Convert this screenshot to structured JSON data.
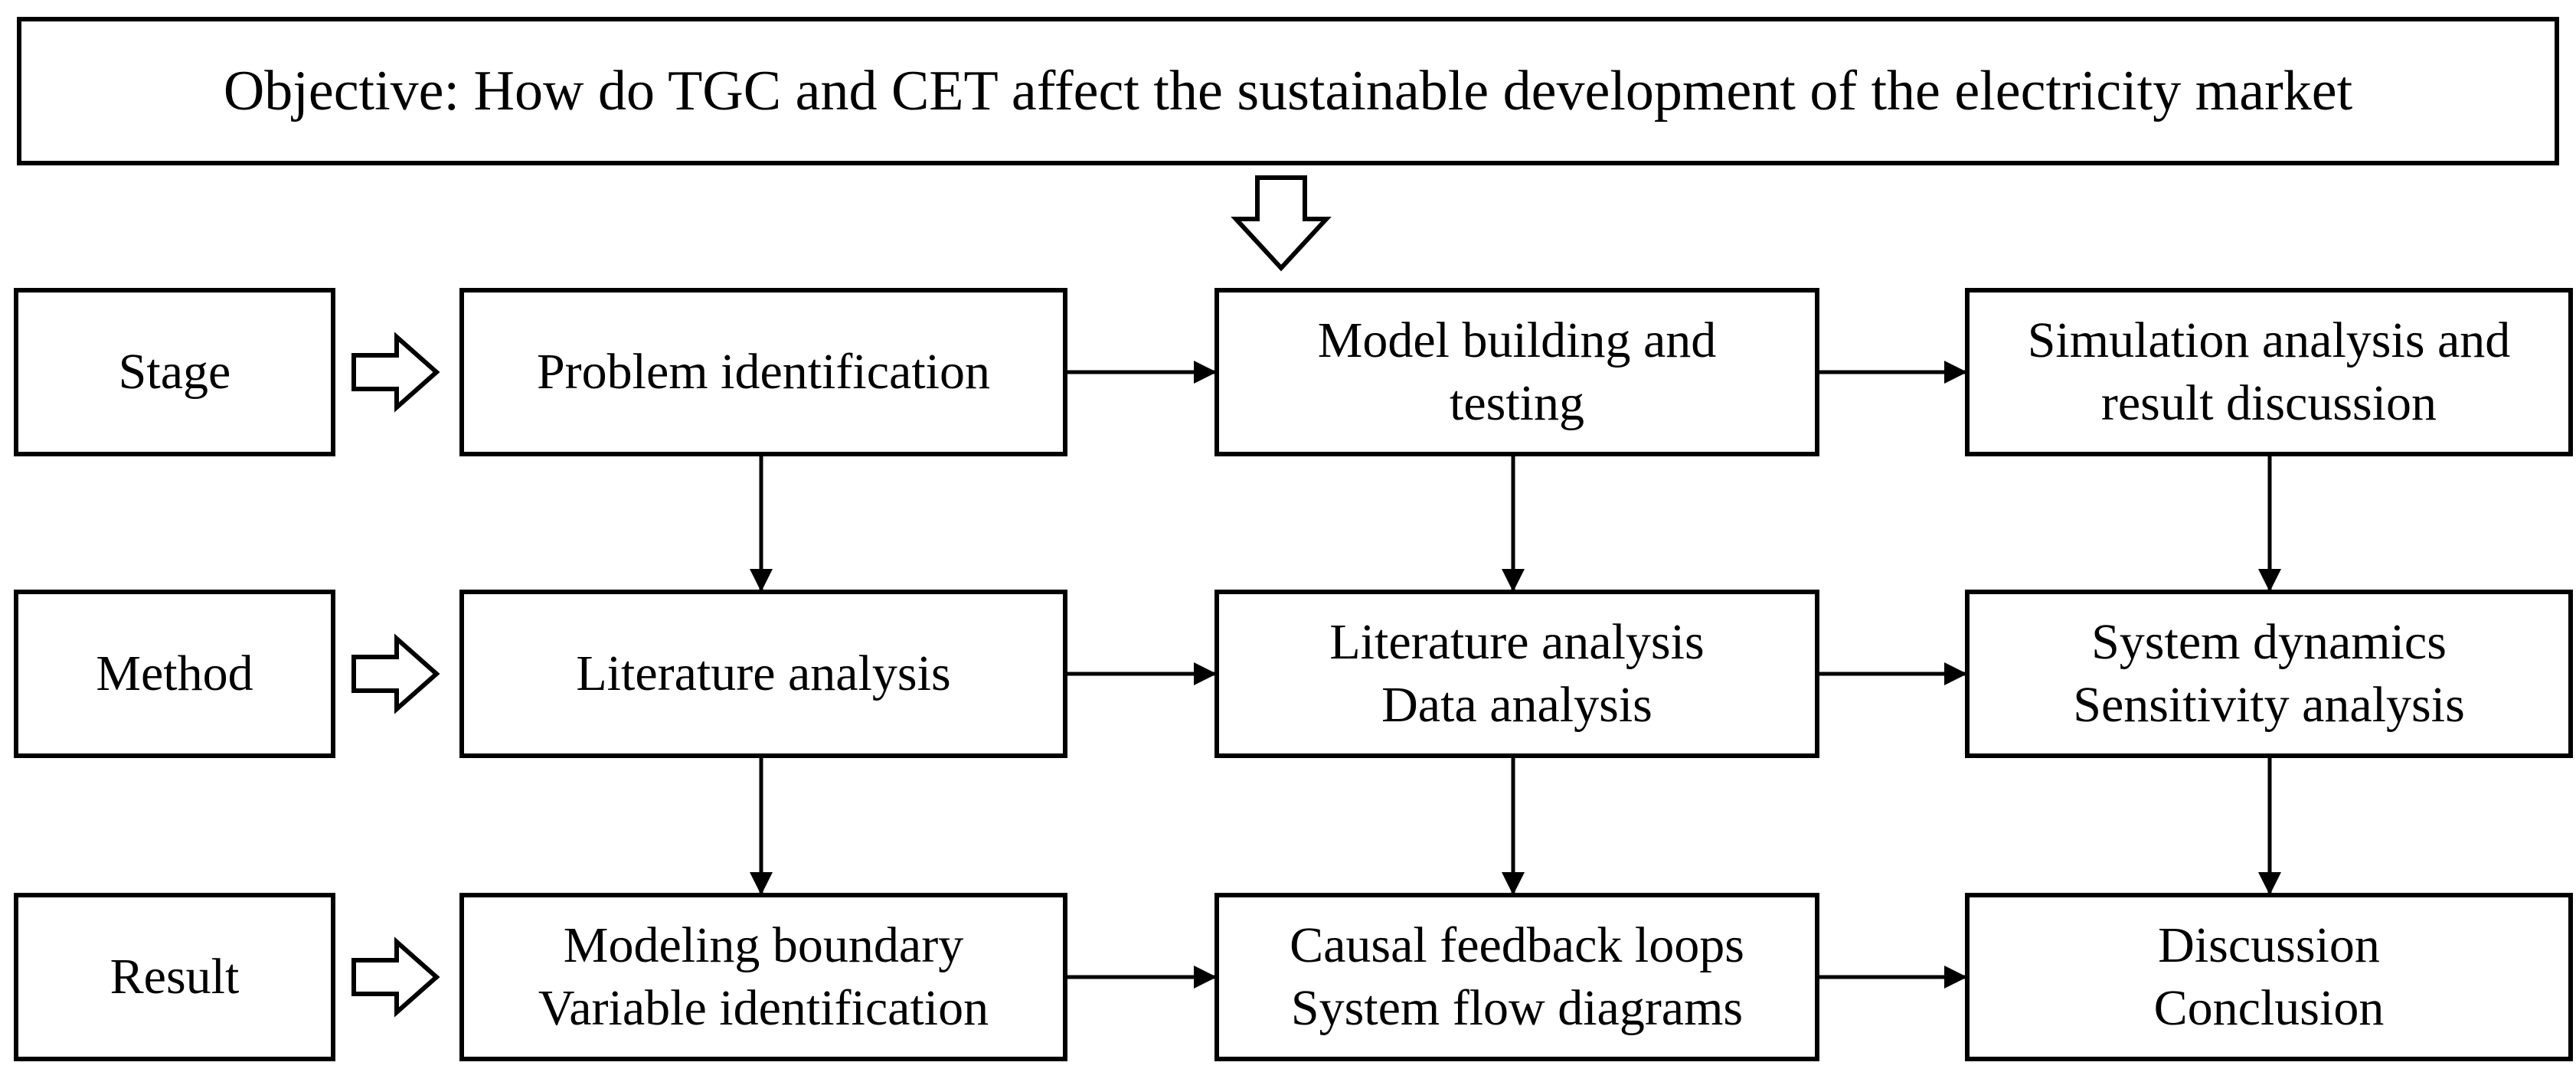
{
  "objective": "Objective: How do TGC and CET affect the sustainable development of the electricity market",
  "rows": [
    {
      "label": "Stage",
      "cells": [
        "Problem identification",
        "Model building and\ntesting",
        "Simulation analysis and\nresult discussion"
      ]
    },
    {
      "label": "Method",
      "cells": [
        "Literature analysis",
        "Literature analysis\nData analysis",
        "System dynamics\nSensitivity analysis"
      ]
    },
    {
      "label": "Result",
      "cells": [
        "Modeling boundary\nVariable identification",
        "Causal feedback loops\nSystem flow diagrams",
        "Discussion\nConclusion"
      ]
    }
  ]
}
